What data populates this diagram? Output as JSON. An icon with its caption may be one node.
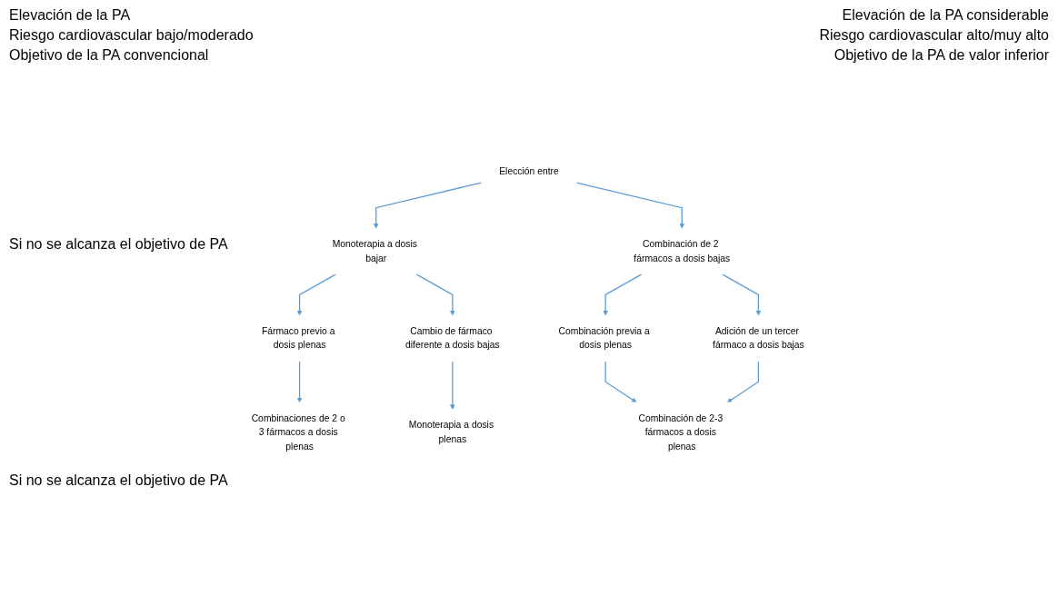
{
  "diagram": {
    "nodes": [
      {
        "text": [
          "Elección entre"
        ]
      },
      {
        "text": [
          "Monoterapia a dosis bajar"
        ]
      },
      {
        "text": [
          "Combinación de 2 fármacos a dosis bajas"
        ]
      },
      {
        "text": [
          "Fármaco previo a dosis plenas"
        ]
      },
      {
        "text": [
          "Cambio de fármaco diferente a dosis bajas"
        ]
      },
      {
        "text": [
          "Combinación previa a dosis plenas"
        ]
      },
      {
        "text": [
          "Adición de un tercer fármaco a dosis bajas"
        ]
      },
      {
        "text": [
          "Combinaciones de 2 o 3 fármacos a dosis plenas"
        ]
      },
      {
        "text": [
          "Monoterapia a dosis plenas"
        ]
      },
      {
        "text": [
          "Combinación de 2-3 fármacos a dosis plenas"
        ]
      }
    ],
    "edges": [
      {
        "from": 0,
        "to": 1,
        "arrow": "to"
      },
      {
        "from": 0,
        "to": 2,
        "arrow": "to"
      },
      {
        "from": 1,
        "to": 3,
        "arrow": "to"
      },
      {
        "from": 1,
        "to": 4,
        "arrow": "to"
      },
      {
        "from": 2,
        "to": 5,
        "arrow": "to"
      },
      {
        "from": 2,
        "to": 6,
        "arrow": "to"
      },
      {
        "from": 3,
        "to": 7,
        "arrow": "to"
      },
      {
        "from": 4,
        "to": 8,
        "arrow": "to"
      },
      {
        "from": 5,
        "to": 9,
        "arrow": "to"
      },
      {
        "from": 6,
        "to": 9,
        "arrow": "to"
      }
    ],
    "labels": [
      "Elevación de la PA",
      "Riesgo cardiovascular bajo/moderado",
      "Objetivo de la PA convencional",
      "Elevación de la PA considerable",
      "Riesgo cardiovascular alto/muy alto",
      "Objetivo de la PA de valor inferior",
      "Si no se alcanza el objetivo de PA",
      "Si no se alcanza el objetivo de PA"
    ]
  }
}
